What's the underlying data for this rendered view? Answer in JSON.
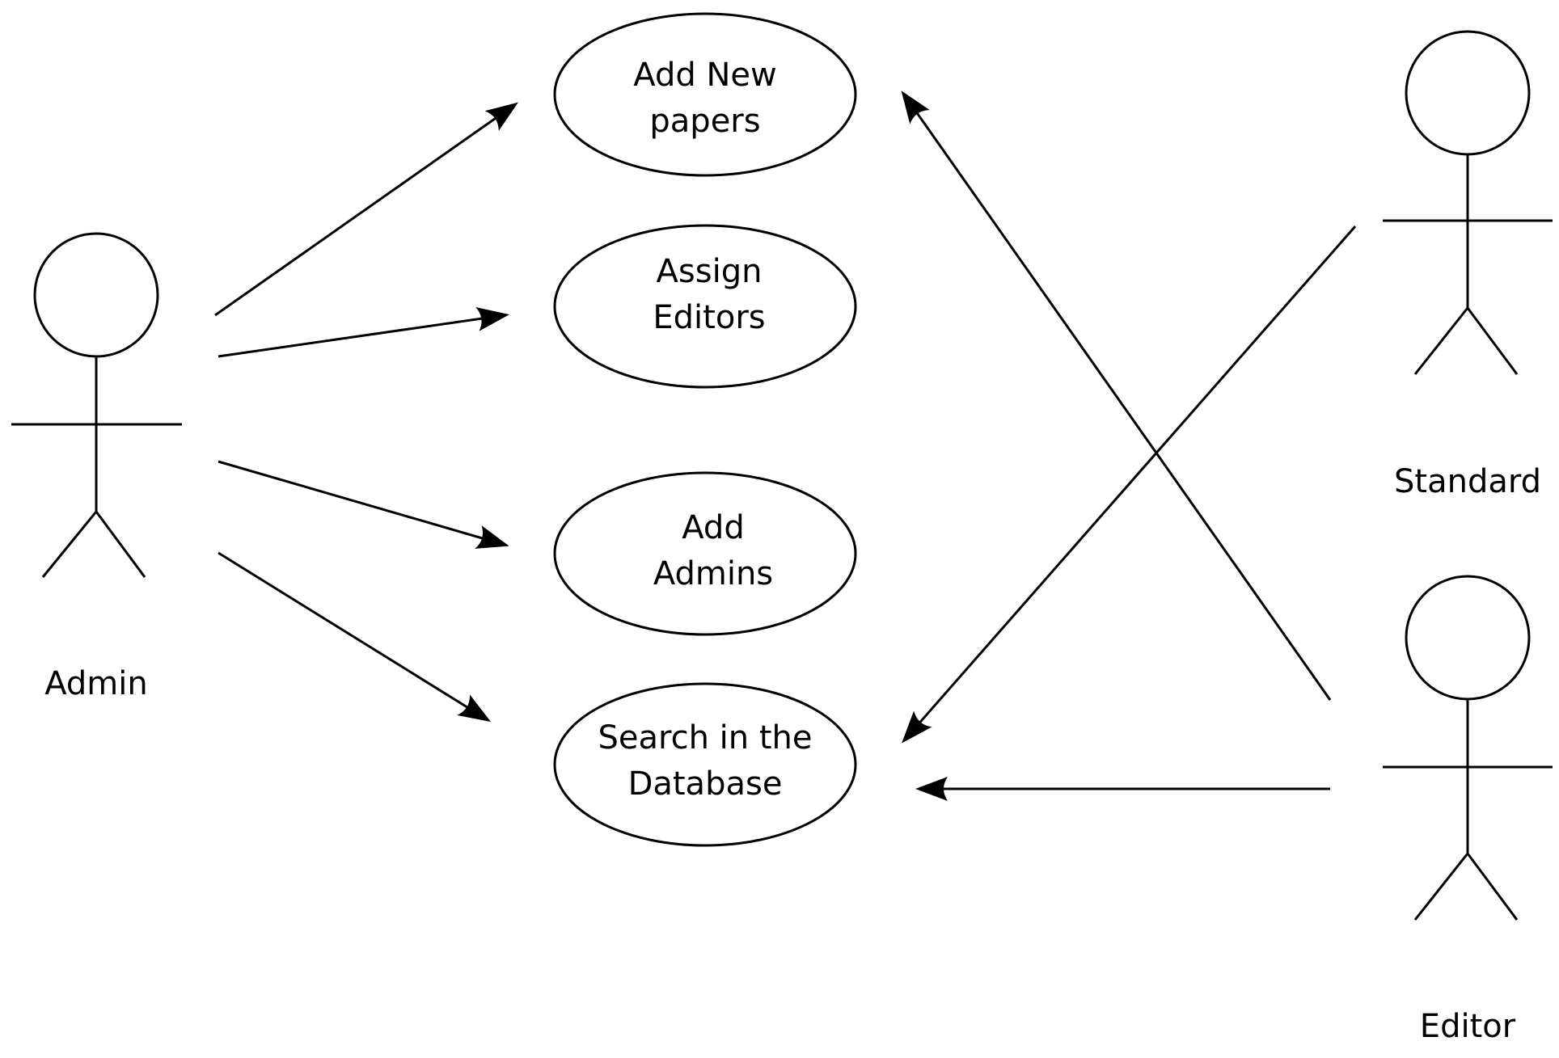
{
  "colors": {
    "stroke": "#000000",
    "background": "#ffffff"
  },
  "actors": {
    "admin": {
      "label": "Admin"
    },
    "standard": {
      "label": "Standard"
    },
    "editor": {
      "label": "Editor"
    }
  },
  "use_cases": {
    "add_new_papers": {
      "line1": "Add New",
      "line2": "papers"
    },
    "assign_editors": {
      "line1": "Assign",
      "line2": "Editors"
    },
    "add_admins": {
      "line1": "Add",
      "line2": "Admins"
    },
    "search_database": {
      "line1": "Search in the",
      "line2": "Database"
    }
  },
  "associations": [
    {
      "from": "admin",
      "to": "add_new_papers"
    },
    {
      "from": "admin",
      "to": "assign_editors"
    },
    {
      "from": "admin",
      "to": "add_admins"
    },
    {
      "from": "admin",
      "to": "search_database"
    },
    {
      "from": "standard",
      "to": "search_database"
    },
    {
      "from": "editor",
      "to": "add_new_papers"
    },
    {
      "from": "editor",
      "to": "search_database"
    }
  ]
}
